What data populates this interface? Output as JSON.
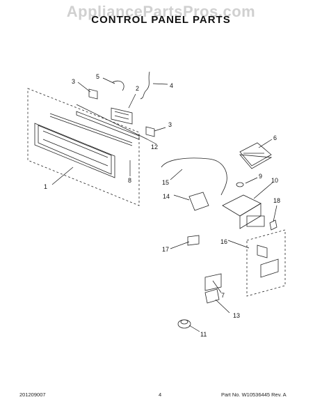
{
  "watermark": "AppliancePartsPros.com",
  "title": "CONTROL PANEL PARTS",
  "callouts": [
    "1",
    "2",
    "3",
    "3",
    "4",
    "5",
    "6",
    "7",
    "8",
    "9",
    "10",
    "11",
    "12",
    "13",
    "14",
    "15",
    "16",
    "17",
    "18"
  ],
  "footer": {
    "left": "201209007",
    "page": "4",
    "right": "Part No. W10536445  Rev. A"
  }
}
